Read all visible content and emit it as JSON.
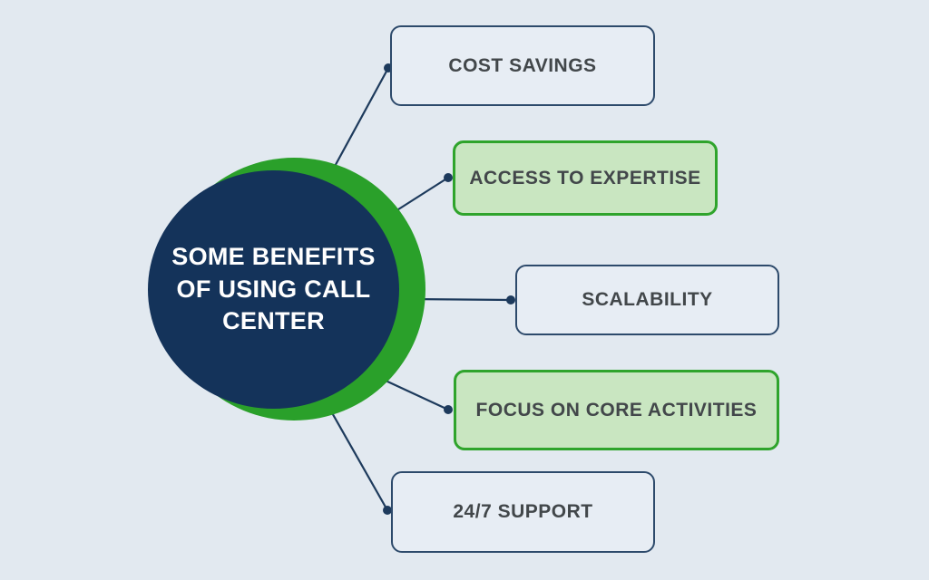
{
  "diagram": {
    "center": {
      "title": "SOME BENEFITS OF USING CALL CENTER"
    },
    "nodes": [
      {
        "label": "COST SAVINGS",
        "variant": "light"
      },
      {
        "label": "ACCESS TO EXPERTISE",
        "variant": "green"
      },
      {
        "label": "SCALABILITY",
        "variant": "light"
      },
      {
        "label": "FOCUS ON CORE ACTIVITIES",
        "variant": "green"
      },
      {
        "label": "24/7 SUPPORT",
        "variant": "light"
      }
    ],
    "colors": {
      "background": "#e2e9f0",
      "navy": "#14335a",
      "green": "#2aa02a",
      "light_box_fill": "#e7edf4",
      "light_box_border": "#2d4a6b",
      "green_box_fill": "#c9e6c1",
      "green_box_border": "#2fa42c",
      "box_text": "#42474a",
      "connector": "#1d3a5c",
      "center_text": "#ffffff"
    }
  }
}
